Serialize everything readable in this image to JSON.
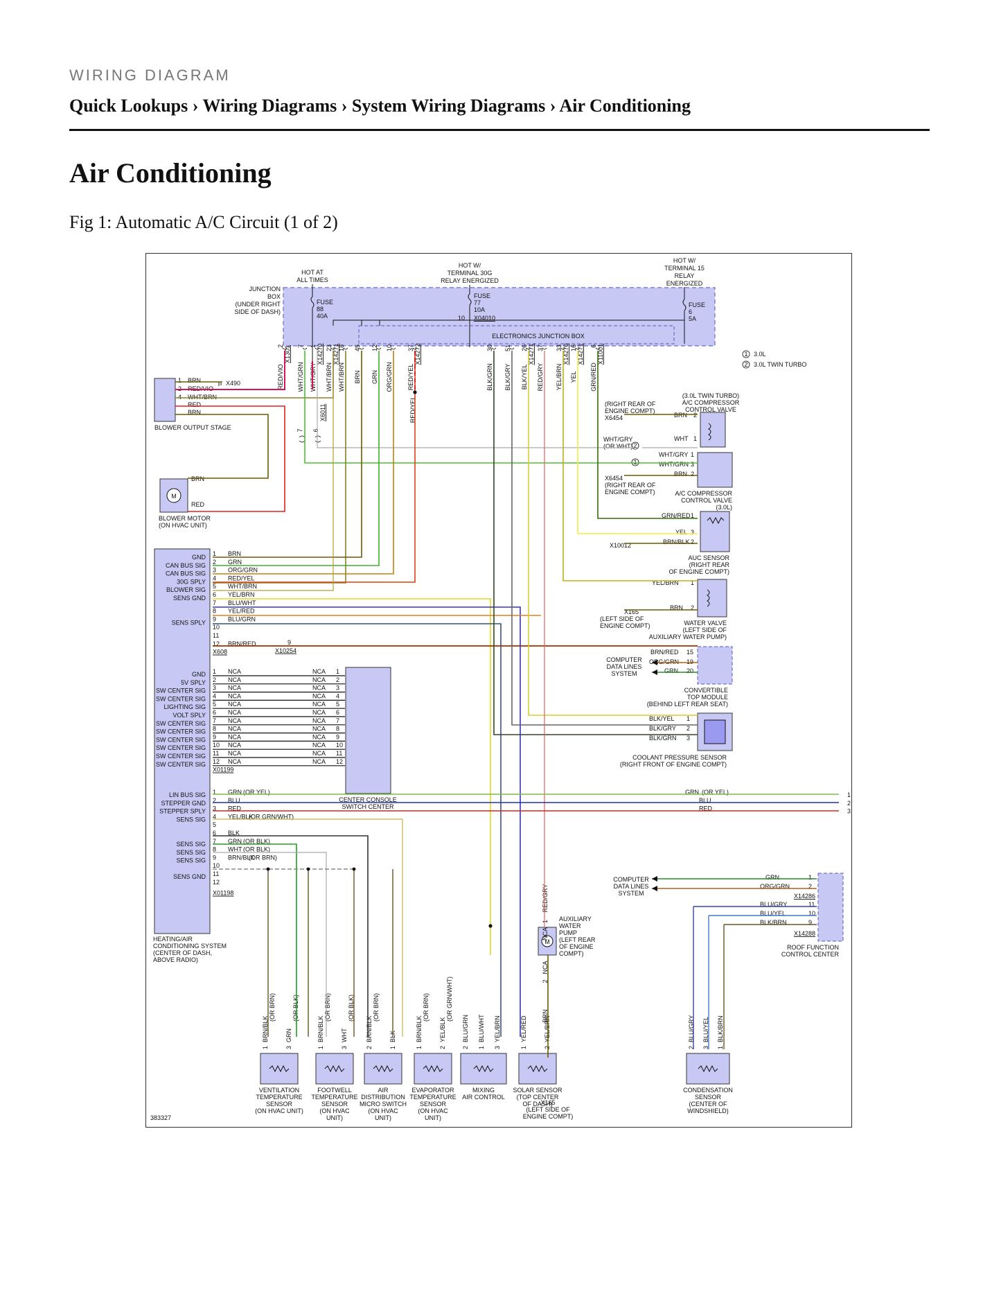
{
  "header": {
    "kicker": "WIRING DIAGRAM",
    "breadcrumb": [
      "Quick Lookups",
      "Wiring Diagrams",
      "System Wiring Diagrams",
      "Air Conditioning"
    ],
    "separator": "›"
  },
  "page": {
    "title": "Air Conditioning",
    "figure_caption": "Fig 1: Automatic A/C Circuit (1 of 2)"
  },
  "diagram": {
    "figure_id": "383327",
    "power_labels": [
      "HOT AT",
      "ALL TIMES",
      "HOT W/",
      "TERMINAL 30G",
      "RELAY ENERGIZED",
      "HOT W/",
      "TERMINAL 15",
      "RELAY",
      "ENERGIZED"
    ],
    "junction_box": [
      "JUNCTION",
      "BOX",
      "(UNDER RIGHT",
      "SIDE OF DASH)"
    ],
    "fuses": [
      {
        "label": "FUSE",
        "num": "88",
        "amp": "40A"
      },
      {
        "label": "FUSE",
        "num": "77",
        "amp": "10A"
      },
      {
        "label": "FUSE",
        "num": "6",
        "amp": "5A"
      }
    ],
    "ejb_label": "ELECTRONICS JUNCTION BOX",
    "x04010": "X04010",
    "pin10": "10",
    "legend": [
      "3.0L",
      "3.0L TWIN TURBO"
    ],
    "legend_nums": [
      "1",
      "2"
    ],
    "top_wires": [
      {
        "pin": "2",
        "conn": "X1301",
        "color": "RED/VIO"
      },
      {
        "pin": "7",
        "conn": "",
        "color": "WHT/GRN"
      },
      {
        "pin": "1",
        "conn": "X14270",
        "color": "WHT/GRY"
      },
      {
        "pin": "23",
        "conn": "X14271",
        "color": "WHT/BRN"
      },
      {
        "pin": "18",
        "conn": "",
        "color": "WHT/BRN"
      },
      {
        "pin": "45",
        "conn": "",
        "color": "BRN"
      },
      {
        "pin": "12",
        "conn": "",
        "color": "GRN"
      },
      {
        "pin": "10",
        "conn": "",
        "color": "ORG/GRN"
      },
      {
        "pin": "37",
        "conn": "X14272",
        "color": "RED/YEL"
      },
      {
        "pin": "30",
        "conn": "",
        "color": "BLK/GRN"
      },
      {
        "pin": "51",
        "conn": "",
        "color": "BLK/GRY"
      },
      {
        "pin": "26",
        "conn": "X14271",
        "color": "BLK/YEL"
      },
      {
        "pin": "37",
        "conn": "",
        "color": "RED/GRY"
      },
      {
        "pin": "33",
        "conn": "X14270",
        "color": "YEL/BRN"
      },
      {
        "pin": "16",
        "conn": "X14271",
        "color": "YEL"
      },
      {
        "pin": "6",
        "conn": "X11001",
        "color": "GRN/RED"
      }
    ],
    "red_yel_mid": "RED/YEL",
    "blower_stage": {
      "name": "BLOWER OUTPUT STAGE",
      "pins": [
        {
          "p": "1",
          "w": "BRN"
        },
        {
          "p": "2",
          "w": "RED/VIO"
        },
        {
          "p": "4",
          "w": "WHT/BRN"
        },
        {
          "p": "",
          "w": "RED"
        },
        {
          "p": "",
          "w": "BRN"
        }
      ],
      "ground": "X490"
    },
    "x6011": {
      "conn": "X6011",
      "p1": "7",
      "p2": "6"
    },
    "blower_motor": {
      "name1": "BLOWER MOTOR",
      "name2": "(ON HVAC UNIT)",
      "w1": "BRN",
      "w2": "RED",
      "m": "M"
    },
    "right_comps": {
      "twin_valve": [
        "(3.0L TWIN TURBO)",
        "A/C COMPRESSOR",
        "CONTROL VALVE"
      ],
      "rr_engine": [
        "(RIGHT REAR OF",
        "ENGINE COMPT)",
        "X6454"
      ],
      "tv_pins": [
        {
          "w": "BRN",
          "p": "2"
        },
        {
          "w": "WHT",
          "p": "1"
        }
      ],
      "wht_gry": [
        "WHT/GRY",
        "(OR WHT)"
      ],
      "valve_pins": [
        {
          "w": "WHT/GRY",
          "p": "1"
        },
        {
          "w": "WHT/GRN",
          "p": "3"
        },
        {
          "w": "BRN",
          "p": "2"
        }
      ],
      "rr_engine2": [
        "X6454",
        "(RIGHT REAR OF",
        "ENGINE COMPT)"
      ],
      "valve": [
        "A/C COMPRESSOR",
        "CONTROL VALVE",
        "(3.0L)"
      ],
      "auc_pins": [
        {
          "w": "GRN/RED",
          "p": "1"
        },
        {
          "w": "YEL",
          "p": "3"
        },
        {
          "w": "BRN/BLK",
          "p": "2"
        }
      ],
      "x10012": "X10012",
      "auc": [
        "AUC SENSOR",
        "(RIGHT REAR",
        "OF ENGINE COMPT)"
      ],
      "wv_pins": [
        {
          "w": "YEL/BRN",
          "p": "1"
        },
        {
          "w": "BRN",
          "p": "2"
        }
      ],
      "x165": [
        "X165",
        "(LEFT SIDE OF",
        "ENGINE COMPT)"
      ],
      "water_valve": [
        "WATER VALVE",
        "(LEFT SIDE OF",
        "AUXILIARY WATER PUMP)"
      ],
      "ctm_pins": [
        {
          "w": "BRN/RED",
          "p": "15"
        },
        {
          "w": "ORG/GRN",
          "p": "19"
        },
        {
          "w": "GRN",
          "p": "20"
        }
      ],
      "cds": [
        "COMPUTER",
        "DATA LINES",
        "SYSTEM"
      ],
      "ctm": [
        "CONVERTIBLE",
        "TOP MODULE",
        "(BEHIND LEFT REAR SEAT)"
      ],
      "cps_pins": [
        {
          "w": "BLK/YEL",
          "p": "1"
        },
        {
          "w": "BLK/GRY",
          "p": "2"
        },
        {
          "w": "BLK/GRN",
          "p": "3"
        }
      ],
      "cps": [
        "COOLANT PRESSURE SENSOR",
        "(RIGHT FRONT OF ENGINE COMPT)"
      ]
    },
    "hvac_a": {
      "labels": [
        "GND",
        "CAN BUS SIG",
        "CAN BUS SIG",
        "30G SPLY",
        "BLOWER SIG",
        "SENS GND",
        "",
        "SENS SPLY"
      ],
      "pins": [
        {
          "p": "1",
          "w": "BRN"
        },
        {
          "p": "2",
          "w": "GRN"
        },
        {
          "p": "3",
          "w": "ORG/GRN"
        },
        {
          "p": "4",
          "w": "RED/YEL"
        },
        {
          "p": "5",
          "w": "WHT/BRN"
        },
        {
          "p": "6",
          "w": "YEL/BRN"
        },
        {
          "p": "7",
          "w": "BLU/WHT"
        },
        {
          "p": "8",
          "w": "YEL/RED"
        },
        {
          "p": "9",
          "w": "BLU/GRN"
        },
        {
          "p": "10",
          "w": ""
        },
        {
          "p": "11",
          "w": ""
        },
        {
          "p": "12",
          "w": "BRN/RED"
        }
      ],
      "conn": "X608",
      "x10254": "X10254",
      "x10254_pin": "9"
    },
    "hvac_b": {
      "labels": [
        "GND",
        "5V SPLY",
        "SW CENTER SIG",
        "SW CENTER SIG",
        "LIGHTING SIG",
        "VOLT SPLY",
        "SW CENTER SIG",
        "SW CENTER SIG",
        "SW CENTER SIG",
        "SW CENTER SIG",
        "SW CENTER SIG",
        "SW CENTER SIG"
      ],
      "pins": [
        "1",
        "2",
        "3",
        "4",
        "5",
        "6",
        "7",
        "8",
        "9",
        "10",
        "11",
        "12"
      ],
      "wire": "NCA",
      "conn": "X01199",
      "center": [
        "CENTER CONSOLE",
        "SWITCH CENTER"
      ]
    },
    "hvac_c": {
      "labels": [
        "LIN BUS SIG",
        "STEPPER GND",
        "STEPPER SPLY",
        "SENS SIG",
        "",
        "SENS SIG",
        "SENS SIG",
        "SENS SIG",
        "",
        "SENS GND"
      ],
      "pins": [
        {
          "p": "1",
          "w": "GRN",
          "alt": "(OR YEL)"
        },
        {
          "p": "2",
          "w": "BLU",
          "alt": ""
        },
        {
          "p": "3",
          "w": "RED",
          "alt": ""
        },
        {
          "p": "4",
          "w": "YEL/BLK",
          "alt": "(OR GRN/WHT)"
        },
        {
          "p": "5",
          "w": "",
          "alt": ""
        },
        {
          "p": "6",
          "w": "BLK",
          "alt": ""
        },
        {
          "p": "7",
          "w": "GRN",
          "alt": "(OR BLK)"
        },
        {
          "p": "8",
          "w": "WHT",
          "alt": "(OR BLK)"
        },
        {
          "p": "9",
          "w": "BRN/BLK",
          "alt": "(OR BRN)"
        },
        {
          "p": "10",
          "w": "",
          "alt": ""
        },
        {
          "p": "11",
          "w": "",
          "alt": ""
        },
        {
          "p": "12",
          "w": "",
          "alt": ""
        }
      ],
      "conn": "X01198",
      "right_end": [
        {
          "w": "GRN",
          "alt": "(OR YEL)",
          "p": "1"
        },
        {
          "w": "BLU",
          "alt": "",
          "p": "2"
        },
        {
          "w": "RED",
          "alt": "",
          "p": "3"
        }
      ],
      "name": [
        "HEATING/AIR",
        "CONDITIONING SYSTEM",
        "(CENTER OF DASH,",
        "ABOVE RADIO)"
      ]
    },
    "roof": {
      "pins": [
        {
          "w": "GRN",
          "p": "1"
        },
        {
          "w": "ORG/GRN",
          "p": "2"
        },
        {
          "w": "BLU/GRY",
          "p": "11"
        },
        {
          "w": "BLU/YEL",
          "p": "10"
        },
        {
          "w": "BLK/BRN",
          "p": "9"
        }
      ],
      "c1": "X14286",
      "c2": "X14288",
      "cds": [
        "COMPUTER",
        "DATA LINES",
        "SYSTEM"
      ],
      "name": [
        "ROOF FUNCTION",
        "CONTROL CENTER"
      ]
    },
    "pump": {
      "name": [
        "AUXILIARY",
        "WATER",
        "PUMP",
        "(LEFT REAR",
        "OF ENGINE",
        "COMPT)"
      ],
      "top": [
        "1",
        "RED/GRY",
        "NCA"
      ],
      "bottom": [
        "NCA",
        "2",
        "BRN"
      ],
      "x165": [
        "X165",
        "(LEFT SIDE OF",
        "ENGINE COMPT)"
      ],
      "m": "M"
    },
    "bottom_sensors": [
      {
        "wires": [
          {
            "p": "1",
            "w": "BRN/BLK",
            "alt": "(OR BRN)"
          },
          {
            "p": "3",
            "w": "GRN",
            "alt": "(OR BLK)"
          }
        ],
        "name": [
          "VENTILATION",
          "TEMPERATURE",
          "SENSOR",
          "(ON HVAC UNIT)"
        ]
      },
      {
        "wires": [
          {
            "p": "1",
            "w": "BRN/BLK",
            "alt": "(OR BRN)"
          },
          {
            "p": "3",
            "w": "WHT",
            "alt": "(OR BLK)"
          }
        ],
        "name": [
          "FOOTWELL",
          "TEMPERATURE",
          "SENSOR",
          "(ON HVAC",
          "UNIT)"
        ]
      },
      {
        "wires": [
          {
            "p": "2",
            "w": "BRN/BLK",
            "alt": "(OR BRN)"
          },
          {
            "p": "1",
            "w": "BLK",
            "alt": ""
          }
        ],
        "name": [
          "AIR",
          "DISTRIBUTION",
          "MICRO SWITCH",
          "(ON HVAC",
          "UNIT)"
        ]
      },
      {
        "wires": [
          {
            "p": "1",
            "w": "BRN/BLK",
            "alt": "(OR BRN)"
          },
          {
            "p": "2",
            "w": "YEL/BLK",
            "alt": "(OR GRN/WHT)"
          }
        ],
        "name": [
          "EVAPORATOR",
          "TEMPERATURE",
          "SENSOR",
          "(ON HVAC",
          "UNIT)"
        ]
      },
      {
        "wires": [
          {
            "p": "2",
            "w": "BLU/GRN",
            "alt": ""
          },
          {
            "p": "1",
            "w": "BLU/WHT",
            "alt": ""
          },
          {
            "p": "3",
            "w": "YEL/BRN",
            "alt": ""
          }
        ],
        "name": [
          "MIXING",
          "AIR CONTROL"
        ]
      },
      {
        "wires": [
          {
            "p": "1",
            "w": "YEL/RED",
            "alt": ""
          },
          {
            "p": "2",
            "w": "YEL/BRN",
            "alt": ""
          }
        ],
        "name": [
          "SOLAR SENSOR",
          "(TOP CENTER",
          "OF DASH)"
        ]
      },
      {
        "wires": [
          {
            "p": "2",
            "w": "BLU/GRY",
            "alt": ""
          },
          {
            "p": "3",
            "w": "BLU/YEL",
            "alt": ""
          },
          {
            "p": "1",
            "w": "BLK/BRN",
            "alt": ""
          }
        ],
        "name": [
          "CONDENSATION",
          "SENSOR",
          "(CENTER OF",
          "WINDSHIELD)"
        ]
      }
    ]
  }
}
